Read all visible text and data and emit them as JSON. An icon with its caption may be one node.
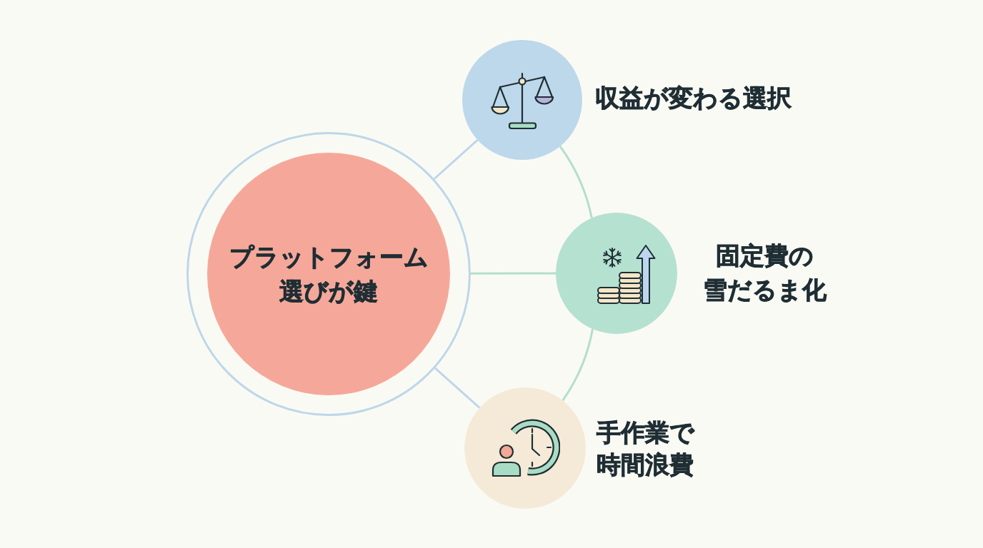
{
  "diagram": {
    "nodes": [
      {
        "text": [
          "プラットフォーム選びが鍵"
        ]
      },
      {
        "text": [],
        "shape": "circle",
        "beside": [
          "収益が変わる選択"
        ]
      },
      {
        "text": [],
        "shape": "circle",
        "beside": [
          "固定費の雪だるま化"
        ]
      },
      {
        "text": [],
        "shape": "circle",
        "beside": [
          "手作業で時間浪費"
        ]
      }
    ],
    "edges": [
      {
        "from": 0,
        "to": 1,
        "arrow": "none",
        "color": "#bdd7ea"
      },
      {
        "from": 0,
        "to": 2,
        "arrow": "none"
      },
      {
        "from": 0,
        "to": 3,
        "arrow": "none",
        "color": "#bdd7ea"
      },
      {
        "from": 1,
        "to": 2,
        "arrow": "none"
      },
      {
        "from": 2,
        "to": 3,
        "arrow": "none"
      }
    ]
  }
}
